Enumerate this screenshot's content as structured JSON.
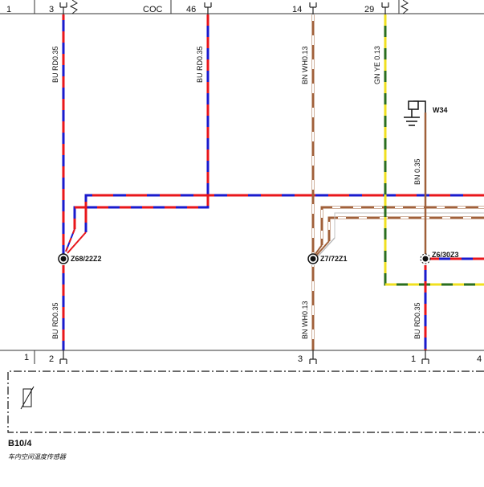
{
  "top_connector": {
    "pins": [
      "1",
      "3",
      "COC",
      "46",
      "14",
      "29"
    ]
  },
  "wires": [
    {
      "id": "w1",
      "label": "BU RD0.35"
    },
    {
      "id": "w2",
      "label": "BU RD0.35"
    },
    {
      "id": "w3",
      "label": "BN WH0.13"
    },
    {
      "id": "w4",
      "label": "GN YE 0.13"
    },
    {
      "id": "w5",
      "label": "BN  0.35"
    },
    {
      "id": "w6",
      "label": "BU RD0.35"
    },
    {
      "id": "w7",
      "label": "BN WH0.13"
    },
    {
      "id": "w8",
      "label": "BU RD0.35"
    }
  ],
  "splices": [
    "Z68/22Z2",
    "Z7/72Z1",
    "Z6/30Z3"
  ],
  "ground": {
    "label": "W34"
  },
  "bottom_connector": {
    "pins": [
      "1",
      "2",
      "3",
      "1",
      "4"
    ]
  },
  "component": {
    "id": "B10/4",
    "description": "车内空间温度传感器"
  },
  "colors": {
    "blue": "#1a1acc",
    "red": "#e8161b",
    "brown": "#a0603a",
    "white": "#ffffff",
    "green": "#2a6e1e",
    "yellow": "#f0e020",
    "line": "#333333"
  }
}
